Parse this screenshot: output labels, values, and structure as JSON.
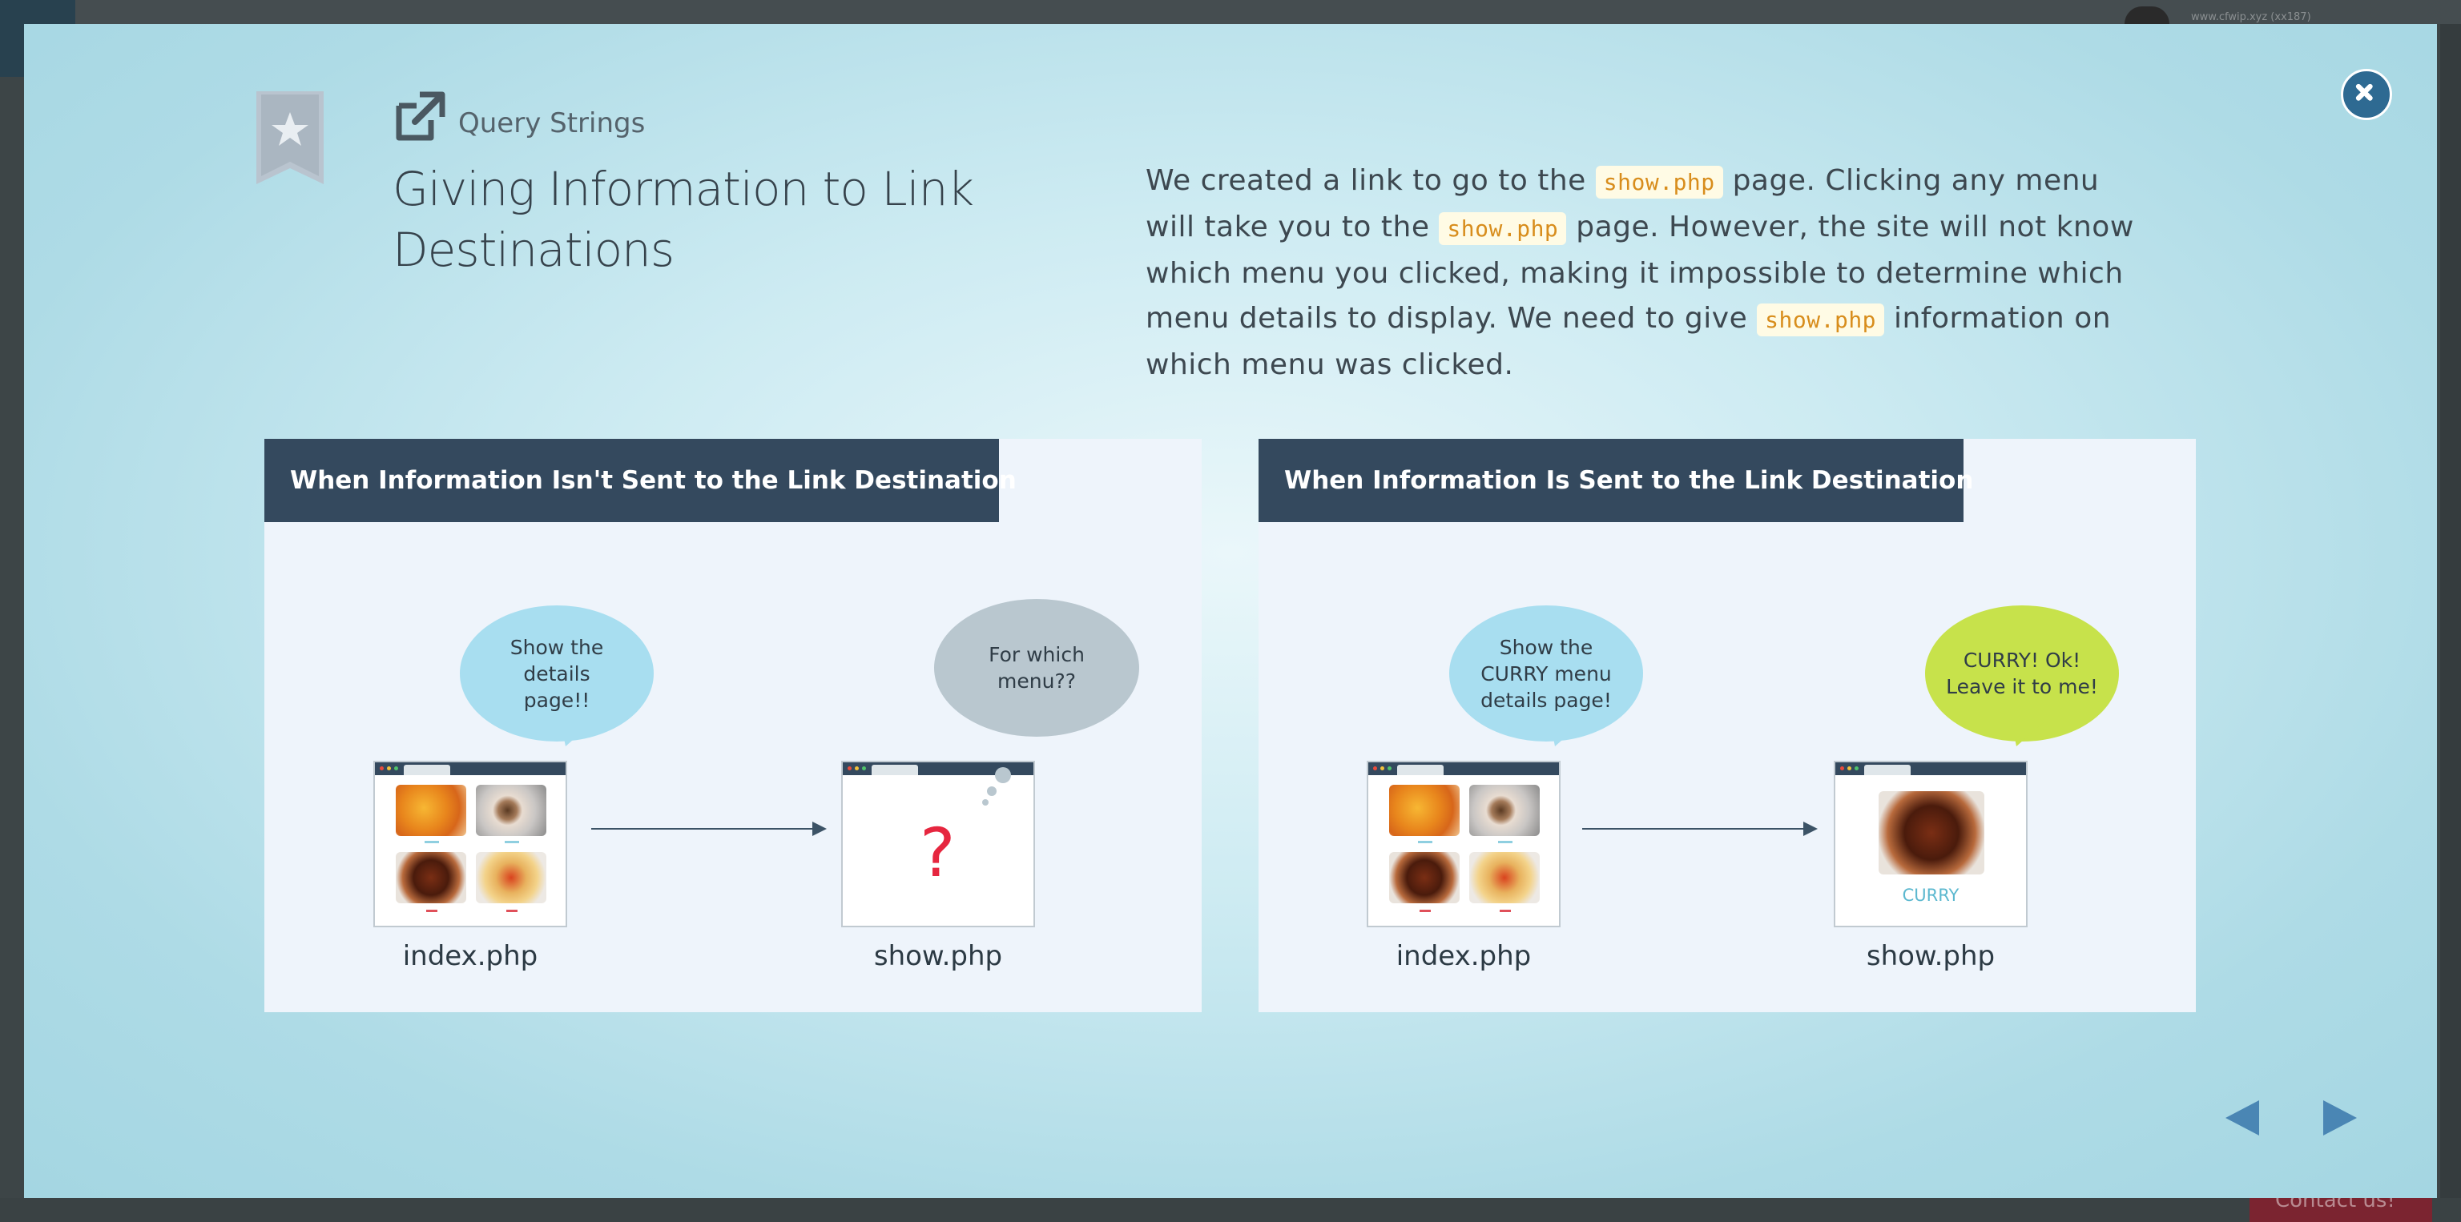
{
  "page_background": {
    "url_text": "www.cfwip.xyz (xx187)",
    "contact_label": "Contact us!"
  },
  "slide": {
    "category": "Query Strings",
    "title": "Giving Information to Link Destinations",
    "description": {
      "p1": "We created a link to go to the ",
      "code1": "show.php",
      "p2": " page. Clicking any menu will take you to the ",
      "code2": "show.php",
      "p3": " page. However, the site will not know which menu you clicked, making it impossible to determine which menu details to display. We need to give ",
      "code3": "show.php",
      "p4": " information on which menu was clicked."
    }
  },
  "diagram": {
    "left": {
      "heading": "When Information Isn't Sent to the Link Destination",
      "bubble_index": "Show the details page!!",
      "bubble_show": "For which menu??",
      "question_mark": "?",
      "index_label": "index.php",
      "show_label": "show.php"
    },
    "right": {
      "heading": "When Information Is Sent to the Link Destination",
      "bubble_index": "Show the CURRY menu details page!",
      "bubble_show": "CURRY! Ok! Leave it to me!",
      "curry_label": "CURRY",
      "index_label": "index.php",
      "show_label": "show.php"
    }
  },
  "icons": {
    "bookmark": "bookmark-star-icon",
    "category": "external-link-icon",
    "close": "close-icon",
    "prev": "triangle-left-icon",
    "next": "triangle-right-icon"
  },
  "colors": {
    "header_bar": "#34495e",
    "close_button": "#2e6a92",
    "code_text": "#d88d1c",
    "bubble_blue": "#a8def0",
    "bubble_gray": "#b9c7cf",
    "bubble_green": "#c7e24b",
    "question_mark": "#e6263f"
  }
}
